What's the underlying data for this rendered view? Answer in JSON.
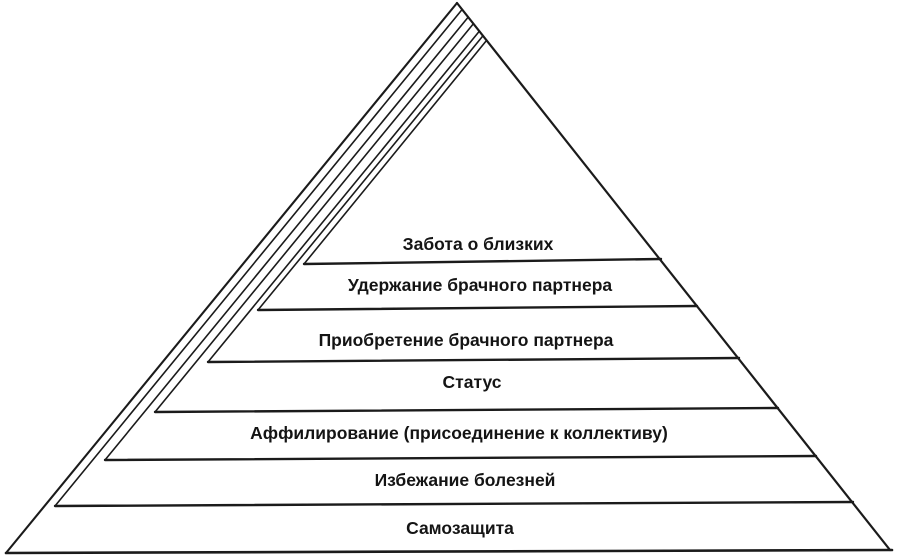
{
  "diagram": {
    "levels": [
      {
        "label": "Забота о близких"
      },
      {
        "label": "Удержание брачного партнера"
      },
      {
        "label": "Приобретение брачного партнера"
      },
      {
        "label": "Статус"
      },
      {
        "label": "Аффилирование (присоединение к коллективу)"
      },
      {
        "label": "Избежание болезней"
      },
      {
        "label": "Самозащита"
      }
    ],
    "colors": {
      "background": "#ffffff",
      "line": "#1b1b1b",
      "text": "#141414"
    }
  }
}
